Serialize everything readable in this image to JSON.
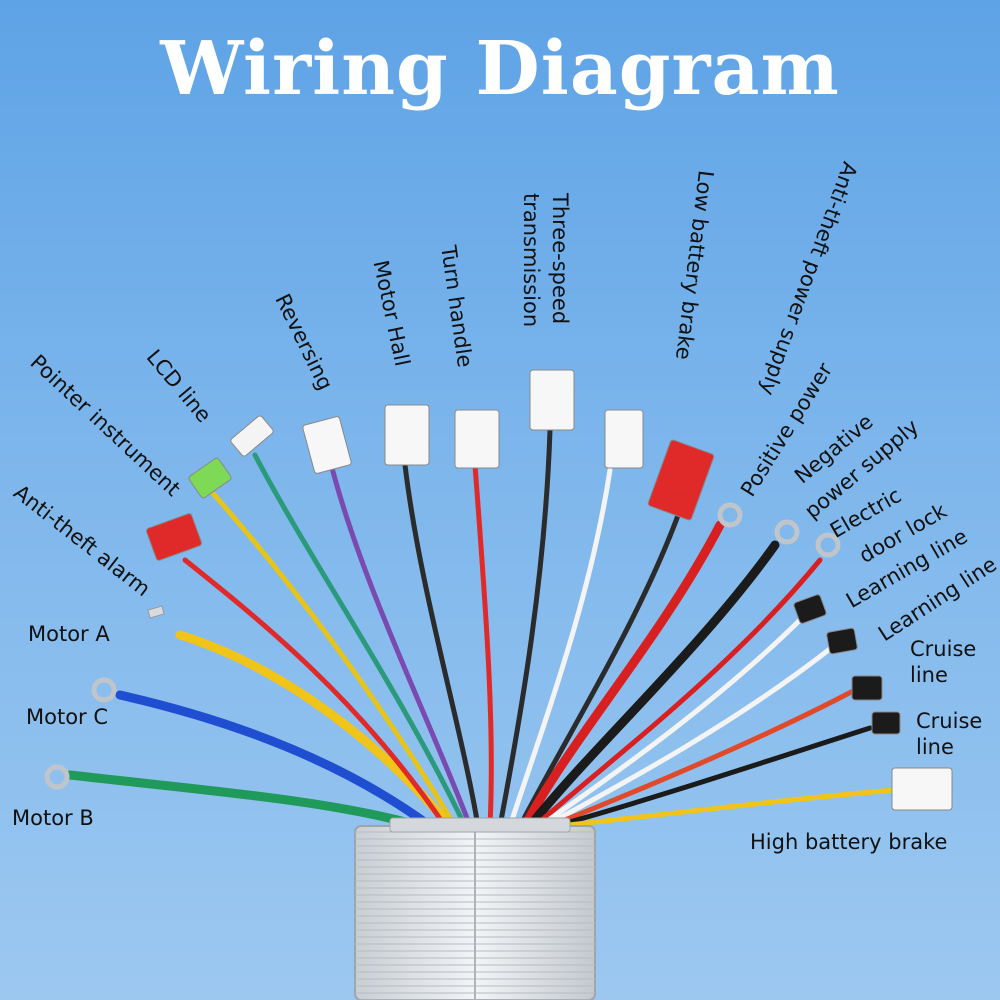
{
  "title": "Wiring Diagram",
  "colors": {
    "background_top": "#5ea3e6",
    "background_bottom": "#9cc8f0",
    "title": "#ffffff",
    "controller_body": "#dfe3e6"
  },
  "labels": {
    "motor_a": "Motor A",
    "motor_c": "Motor C",
    "motor_b": "Motor B",
    "anti_theft_alarm": "Anti-theft alarm",
    "pointer_instrument": "Pointer instrument",
    "lcd_line": "LCD line",
    "reversing": "Reversing",
    "motor_hall": "Motor Hall",
    "turn_handle": "Turn handle",
    "three_speed_1": "Three-speed",
    "three_speed_2": "transmission",
    "low_battery_brake": "Low battery brake",
    "anti_theft_power_supply": "Anti-theft power supply",
    "positive_power": "Positive power",
    "negative_power_supply_1": "Negative",
    "negative_power_supply_2": "power supply",
    "electric_door_lock_1": "Electric",
    "electric_door_lock_2": "door lock",
    "learning_line_1": "Learning line",
    "learning_line_2": "Learning line",
    "cruise_line_1": "Cruise\nline",
    "cruise_line_2": "Cruise\nline",
    "high_battery_brake": "High battery brake"
  },
  "wires": [
    {
      "name": "motor-a",
      "color": "#f0c419"
    },
    {
      "name": "motor-c",
      "color": "#1f4fd0"
    },
    {
      "name": "motor-b",
      "color": "#1f9a5a"
    },
    {
      "name": "anti-theft-alarm",
      "color": "#e02a2a"
    },
    {
      "name": "pointer-instrument",
      "color": "#e6c419"
    },
    {
      "name": "lcd-line",
      "color": "#2a9a7a"
    },
    {
      "name": "reversing",
      "color": "#7a4ab0"
    },
    {
      "name": "motor-hall",
      "color": "#2b2b2b"
    },
    {
      "name": "turn-handle",
      "color": "#e02a2a"
    },
    {
      "name": "three-speed",
      "color": "#2b2b2b"
    },
    {
      "name": "low-battery-brake",
      "color": "#f4f4f4"
    },
    {
      "name": "anti-theft-power",
      "color": "#2b2b2b"
    },
    {
      "name": "positive-power",
      "color": "#d92020"
    },
    {
      "name": "negative-power",
      "color": "#1b1b1b"
    },
    {
      "name": "electric-door-lock",
      "color": "#d92020"
    },
    {
      "name": "learning-line-1",
      "color": "#ffffff"
    },
    {
      "name": "learning-line-2",
      "color": "#ffffff"
    },
    {
      "name": "cruise-line-1",
      "color": "#e04a2a"
    },
    {
      "name": "cruise-line-2",
      "color": "#1b1b1b"
    },
    {
      "name": "high-battery-brake",
      "color": "#f0c419"
    }
  ]
}
